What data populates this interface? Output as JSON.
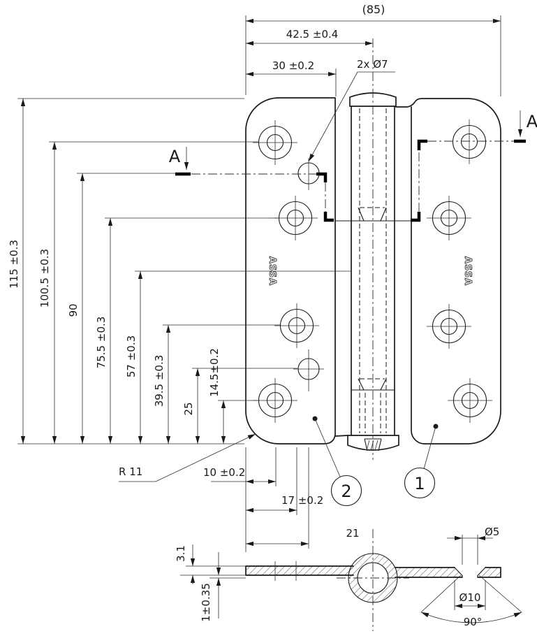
{
  "drawing": {
    "brand": "ASSA",
    "section_label": "A",
    "balloons": [
      {
        "id": "1"
      },
      {
        "id": "2"
      }
    ],
    "dimensions": {
      "overall_width": "(85)",
      "pin_center_from_edge": "42.5 ±0.4",
      "leaf_width": "30  ±0.2",
      "hole_callout": "2x Ø7",
      "height_115": "115 ±0.3",
      "height_100_5": "100.5 ±0.3",
      "height_90": "90",
      "height_75_5": "75.5 ±0.3",
      "height_57": "57 ±0.3",
      "height_39_5": "39.5 ±0.3",
      "height_25": "25",
      "height_14_5": "14.5±0.2",
      "corner_radius": "R 11",
      "width_10": "10 ±0.2",
      "width_17": "17 ±0.2",
      "width_21": "21",
      "thickness_3_1": "3.1",
      "offset_1": "1±0.35",
      "pin_hole_dia": "Ø5",
      "countersink_dia": "Ø10",
      "countersink_angle": "90°"
    },
    "colors": {
      "line": "#1a1a1a",
      "background": "#ffffff"
    }
  }
}
